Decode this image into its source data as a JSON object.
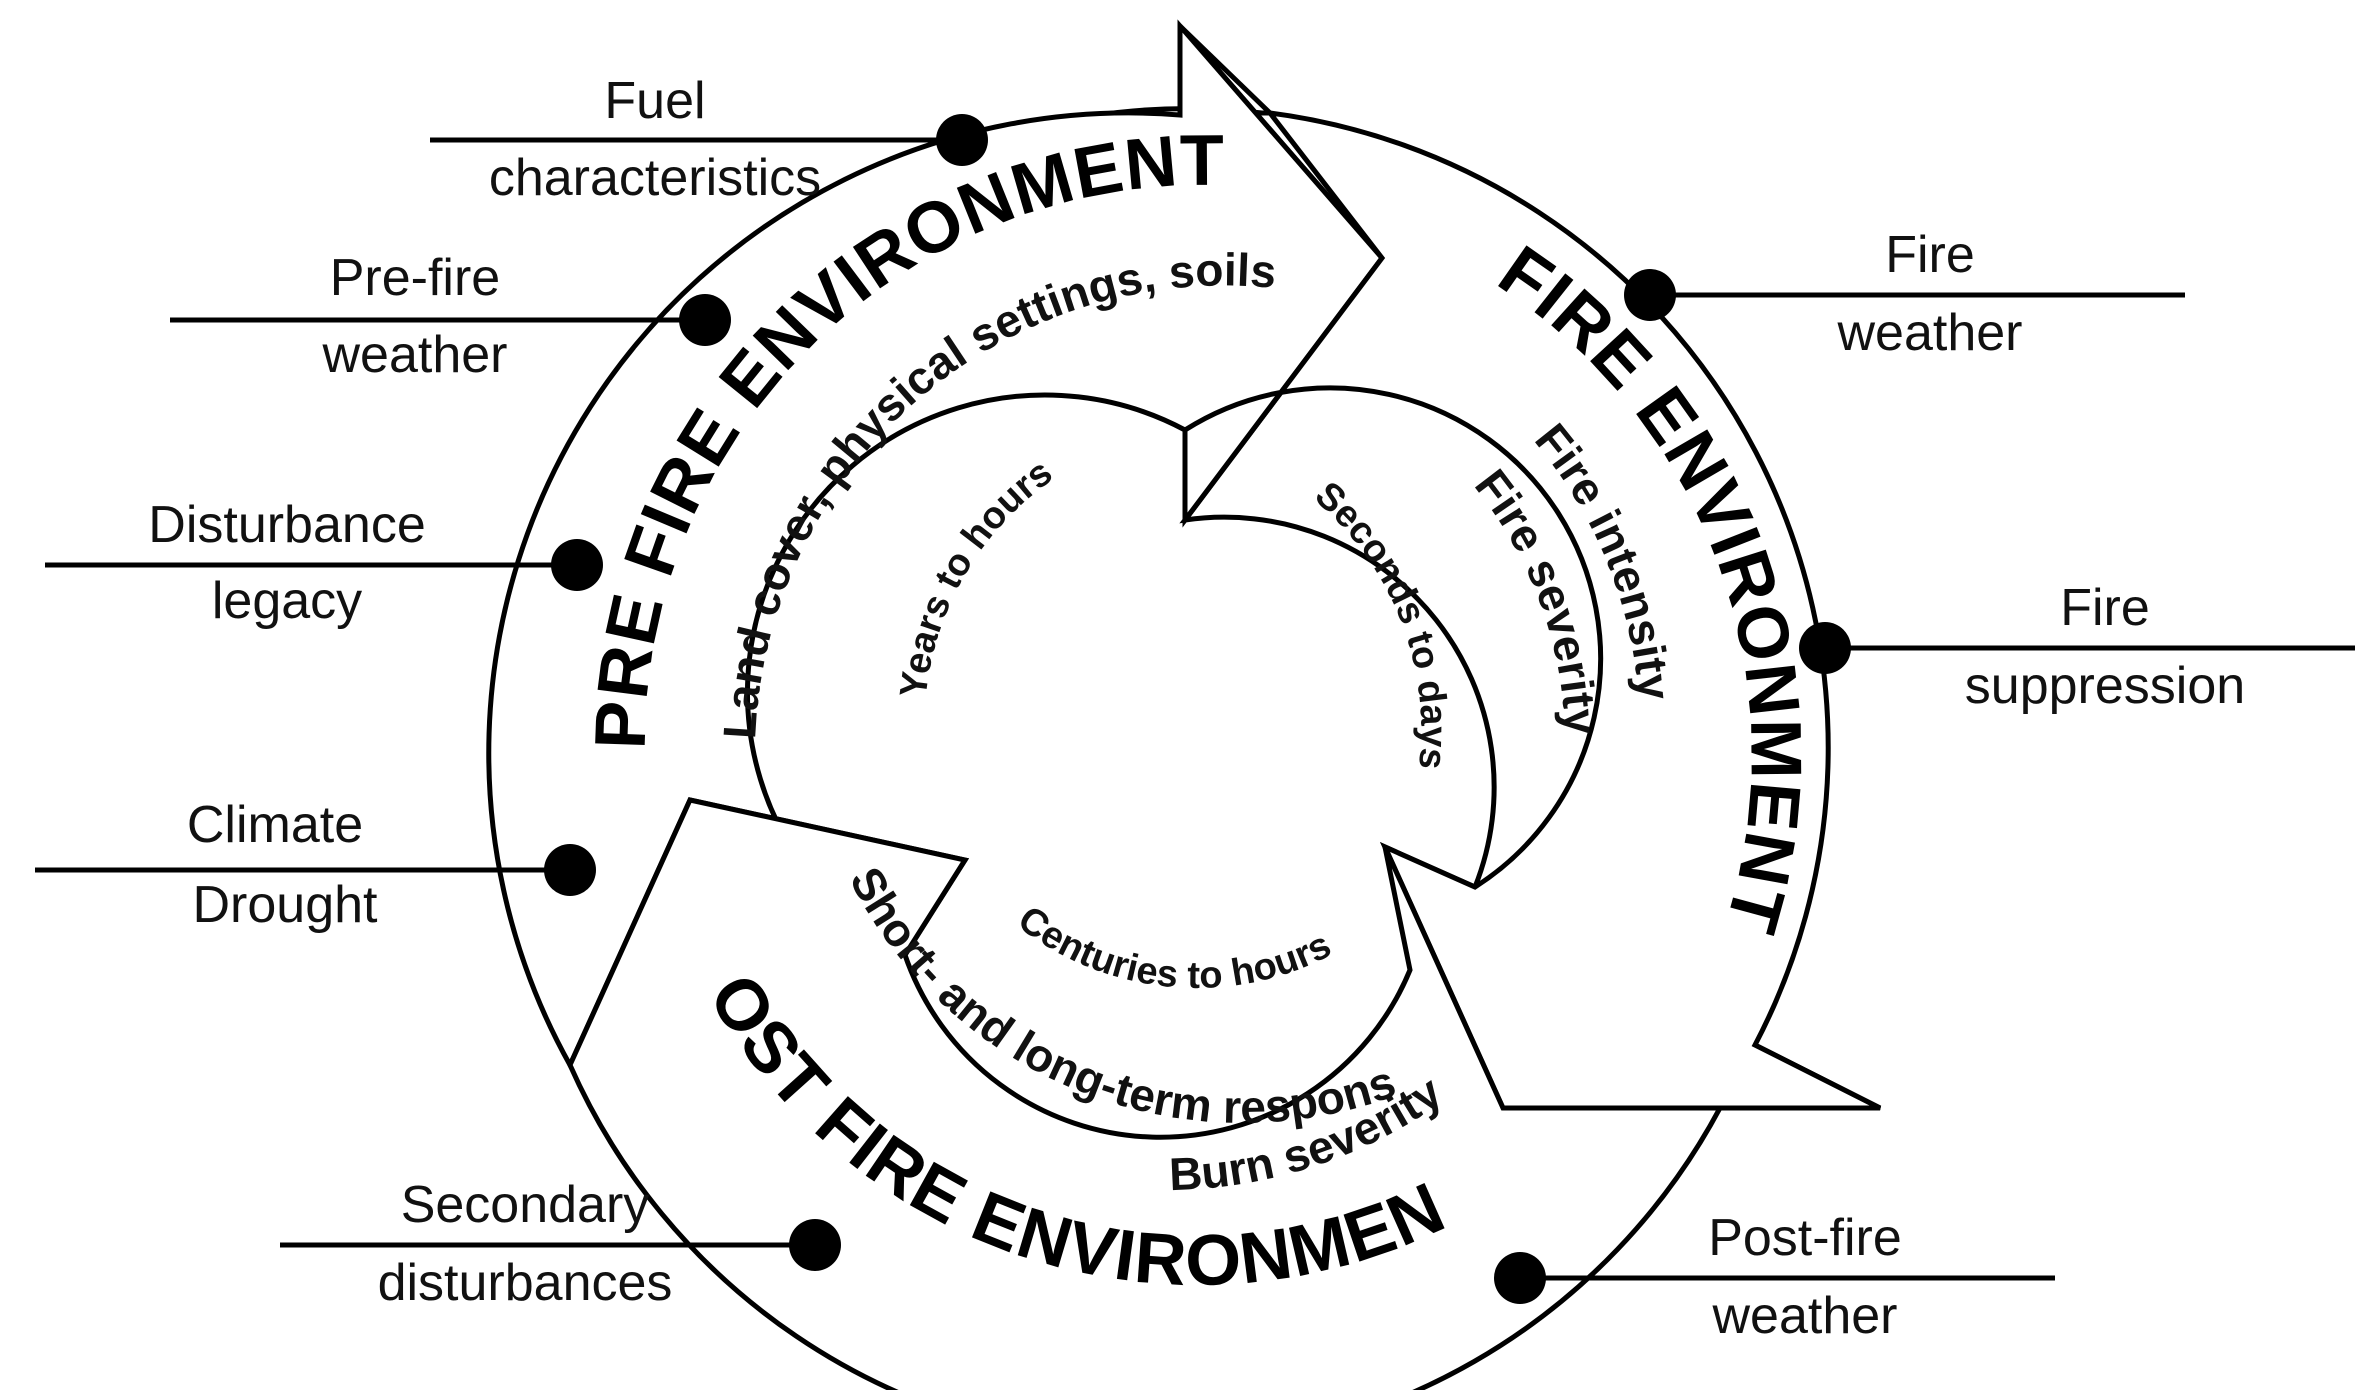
{
  "stages": {
    "prefire": {
      "title": "PRE FIRE ENVIRONMENT",
      "description": "Land cover, physical settings, soils",
      "timescale": "Years to hours"
    },
    "fire": {
      "title": "FIRE ENVIRONMENT",
      "descriptions": [
        "Fire intensity",
        "Fire severity"
      ],
      "timescale": "Seconds to days"
    },
    "postfire": {
      "title": "POST FIRE ENVIRONMENT",
      "descriptions": [
        "Short- and long-term response",
        "Burn severity"
      ],
      "timescale": "Centuries to hours"
    }
  },
  "drivers": {
    "fuel_characteristics": [
      "Fuel",
      "characteristics"
    ],
    "prefire_weather": [
      "Pre-fire",
      "weather"
    ],
    "disturbance_legacy": [
      "Disturbance",
      "legacy"
    ],
    "climate_drought": [
      "Climate",
      "Drought"
    ],
    "fire_weather": [
      "Fire",
      "weather"
    ],
    "fire_suppression": [
      "Fire",
      "suppression"
    ],
    "secondary_disturbances": [
      "Secondary",
      "disturbances"
    ],
    "postfire_weather": [
      "Post-fire",
      "weather"
    ]
  }
}
